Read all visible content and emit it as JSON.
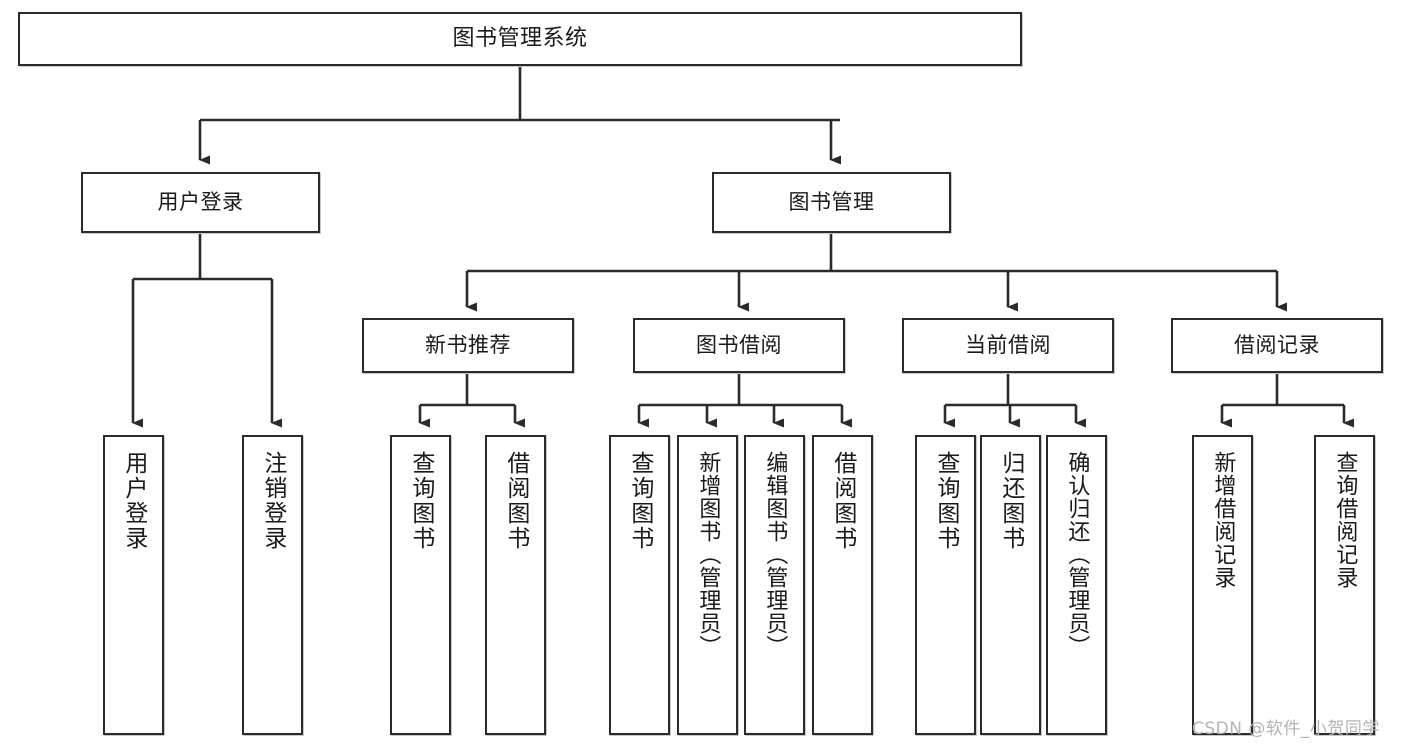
{
  "diagram": {
    "title": "图书管理系统",
    "type": "tree",
    "watermark": "CSDN @软件_小贺同学",
    "colors": {
      "border": "#2b2b2b",
      "background": "#ffffff",
      "text": "#1a1a1a",
      "watermark": "#b4b4b4"
    },
    "nodes": {
      "root": "图书管理系统",
      "level1": {
        "user_login": "用户登录",
        "book_manage": "图书管理"
      },
      "level2": {
        "new_book_recommend": "新书推荐",
        "book_borrow": "图书借阅",
        "current_borrow": "当前借阅",
        "borrow_record": "借阅记录"
      },
      "leaves": {
        "user_login_1": "用户登录",
        "user_login_2": "注销登录",
        "recommend_1": "查询图书",
        "recommend_2": "借阅图书",
        "borrow_1": "查询图书",
        "borrow_2": "新增图书（管理员）",
        "borrow_3": "编辑图书（管理员）",
        "borrow_4": "借阅图书",
        "current_1": "查询图书",
        "current_2": "归还图书",
        "current_3": "确认归还（管理员）",
        "record_1": "新增借阅记录",
        "record_2": "查询借阅记录"
      }
    }
  }
}
